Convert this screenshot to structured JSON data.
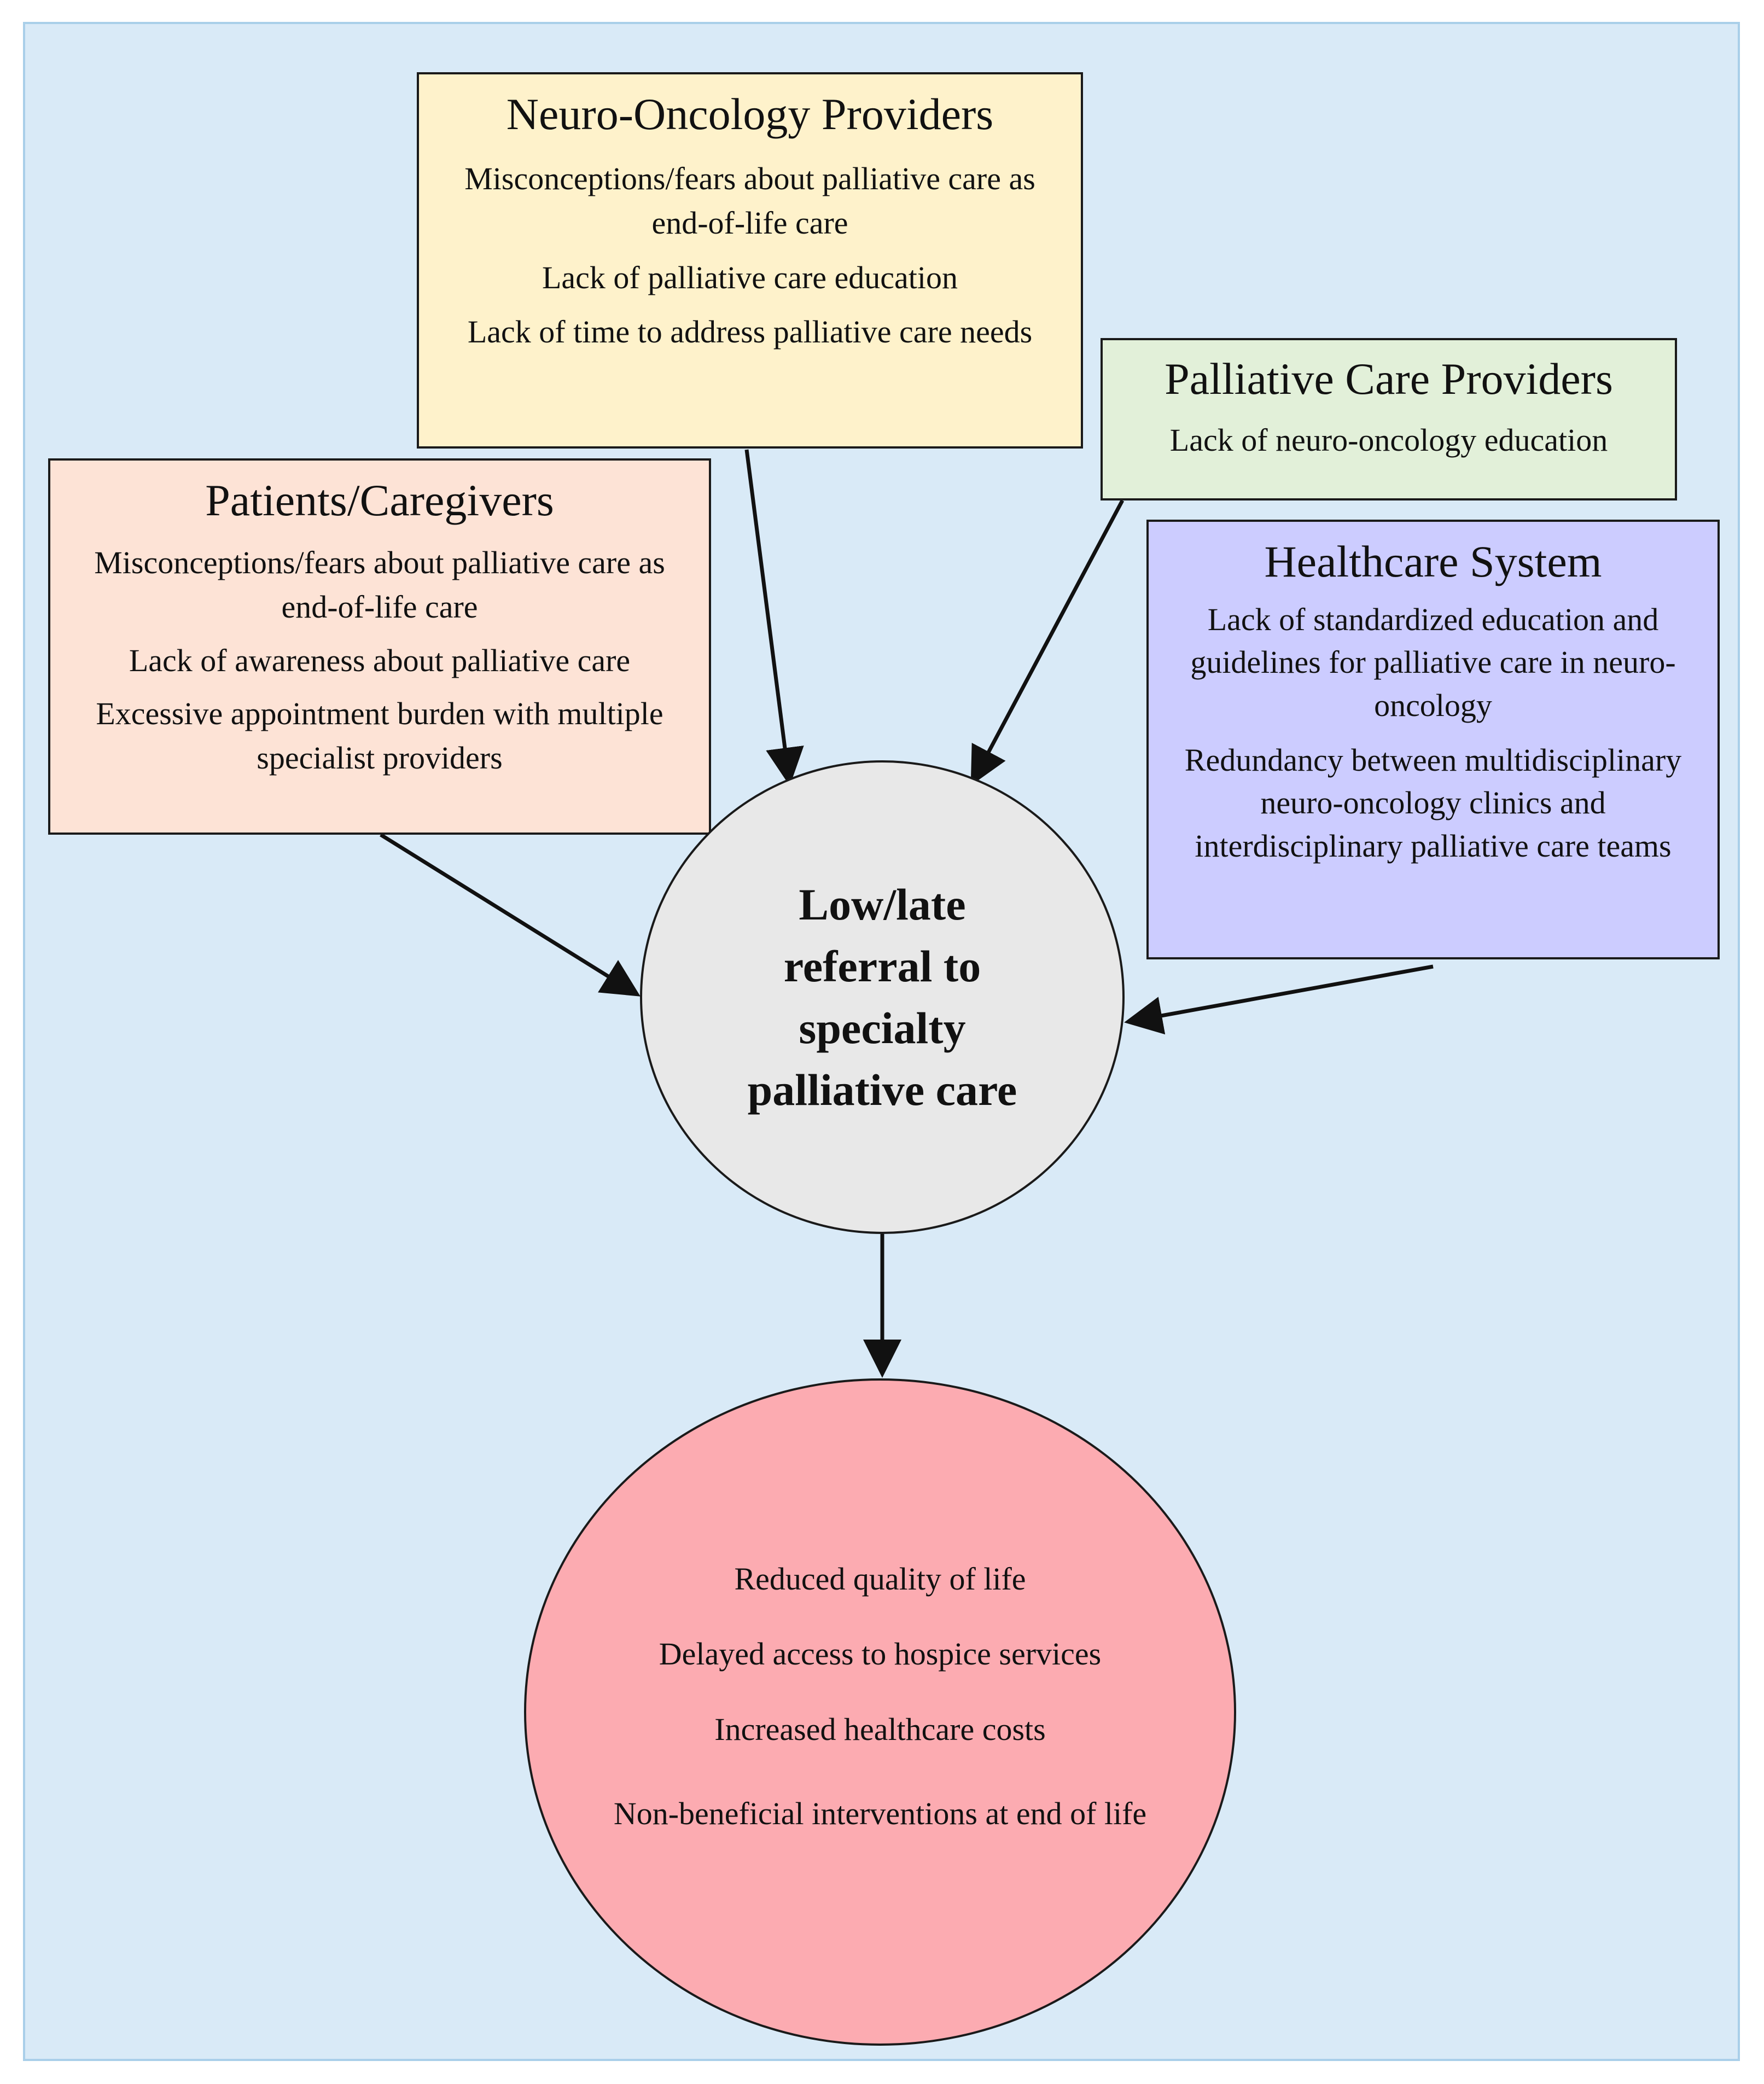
{
  "diagram": {
    "boxes": {
      "neuro_oncology_providers": {
        "title": "Neuro-Oncology Providers",
        "items": [
          "Misconceptions/fears about palliative care as end-of-life care",
          "Lack of palliative care education",
          "Lack of time to address palliative care needs"
        ]
      },
      "palliative_care_providers": {
        "title": "Palliative Care Providers",
        "items": [
          "Lack of neuro-oncology education"
        ]
      },
      "patients_caregivers": {
        "title": "Patients/Caregivers",
        "items": [
          "Misconceptions/fears about palliative care as end-of-life care",
          "Lack of awareness about palliative care",
          "Excessive appointment burden with multiple specialist providers"
        ]
      },
      "healthcare_system": {
        "title": "Healthcare System",
        "items": [
          "Lack of standardized education and guidelines for palliative care in neuro-oncology",
          "Redundancy between multidisciplinary neuro-oncology clinics and interdisciplinary palliative care teams"
        ]
      }
    },
    "center": {
      "label": "Low/late referral to specialty palliative care"
    },
    "outcomes": {
      "items": [
        "Reduced quality of life",
        "Delayed access to hospice services",
        "Increased healthcare costs",
        "Non-beneficial interventions at end of life"
      ]
    },
    "colors": {
      "background": "#d9eaf7",
      "neuro_oncology_providers": "#fef2cb",
      "palliative_care_providers": "#e2f0d9",
      "patients_caregivers": "#fde3d6",
      "healthcare_system": "#ccccff",
      "center": "#e8e8e8",
      "outcomes": "#fcabb1"
    }
  }
}
